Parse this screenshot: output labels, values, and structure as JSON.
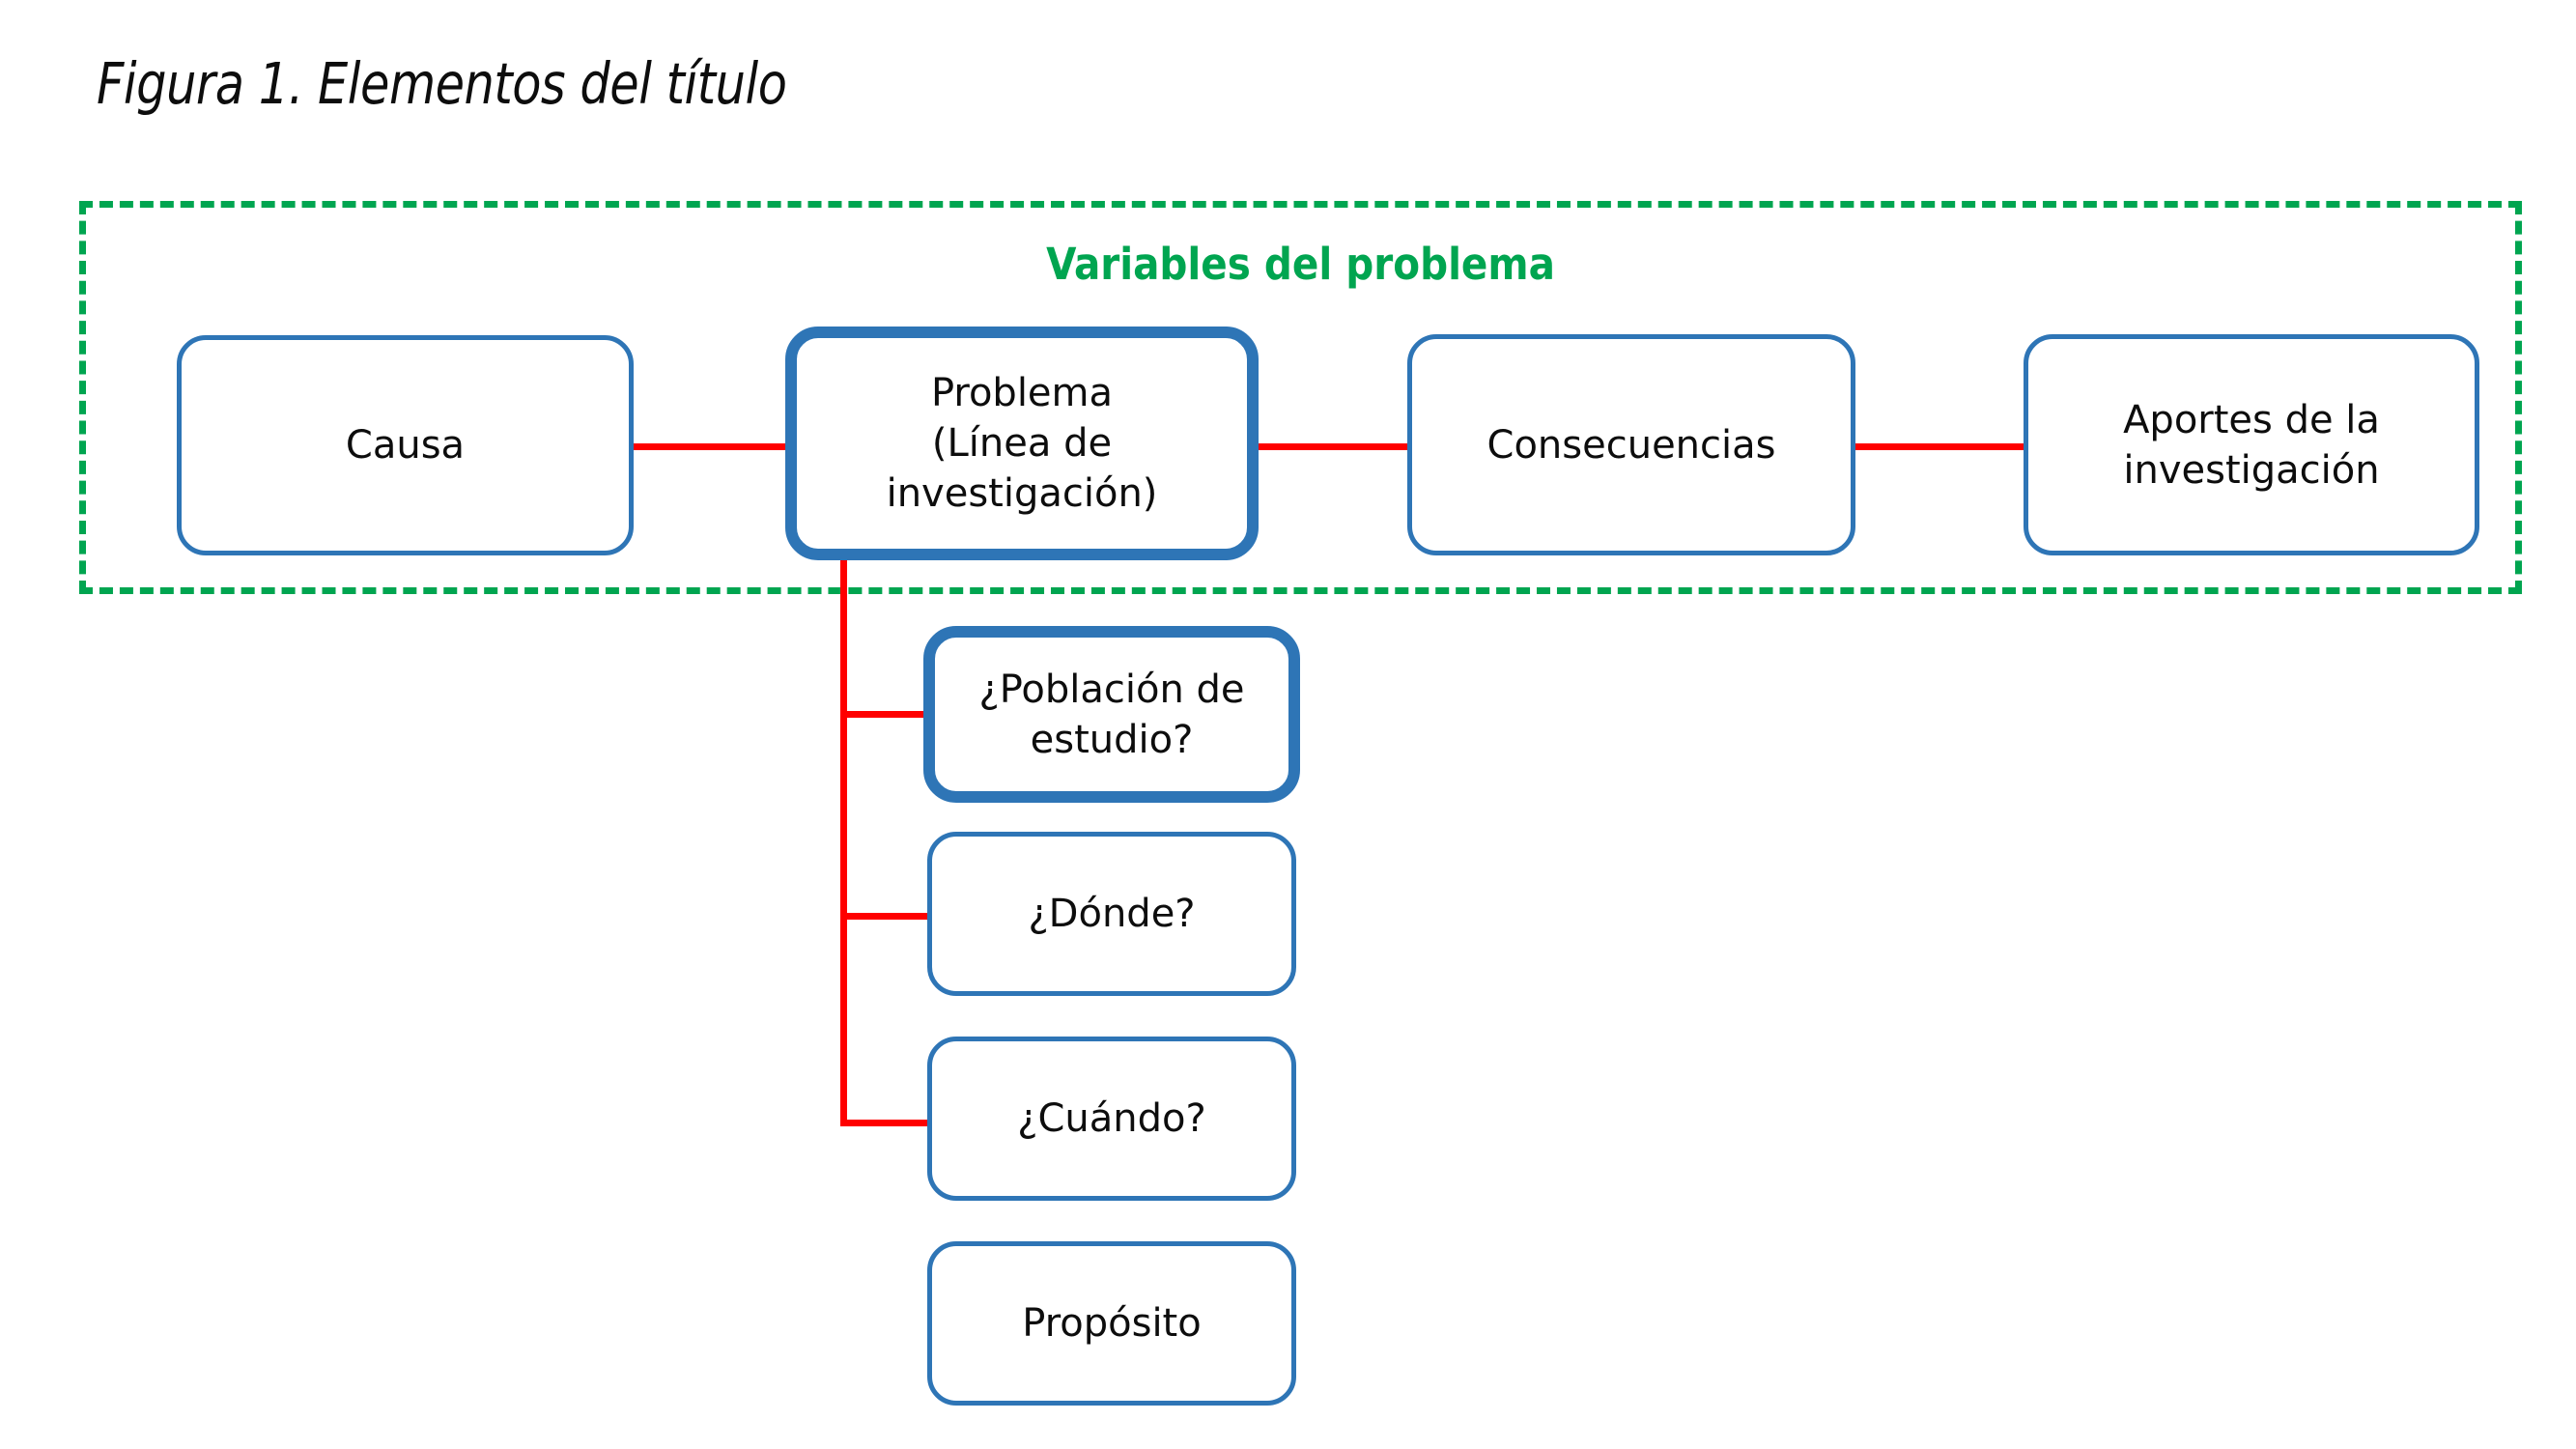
{
  "figure": {
    "caption": "Figura 1. Elementos del título"
  },
  "group": {
    "label": "Variables del problema",
    "border_color": "#00A550",
    "border_style": "dashed"
  },
  "palette": {
    "node_border": "#2E75B6",
    "node_fill": "#FFFFFF",
    "connector": "#FF0000",
    "group_accent": "#00A550",
    "text": "#0D0D0D"
  },
  "diagram": {
    "type": "flowchart",
    "nodes": [
      {
        "id": "causa",
        "label": "Causa",
        "emphasis": "normal",
        "row": "top"
      },
      {
        "id": "problema",
        "label": "Problema\n(Línea de\ninvestigación)",
        "emphasis": "strong",
        "row": "top"
      },
      {
        "id": "consecuencias",
        "label": "Consecuencias",
        "emphasis": "normal",
        "row": "top"
      },
      {
        "id": "aportes",
        "label": "Aportes de la\ninvestigación",
        "emphasis": "normal",
        "row": "top"
      },
      {
        "id": "poblacion",
        "label": "¿Población de\nestudio?",
        "emphasis": "strong",
        "row": "branch"
      },
      {
        "id": "donde",
        "label": "¿Dónde?",
        "emphasis": "normal",
        "row": "branch"
      },
      {
        "id": "cuando",
        "label": "¿Cuándo?",
        "emphasis": "normal",
        "row": "branch"
      },
      {
        "id": "proposito",
        "label": "Propósito",
        "emphasis": "normal",
        "row": "branch"
      }
    ],
    "edges": [
      {
        "from": "causa",
        "to": "problema",
        "style": "straight-red"
      },
      {
        "from": "problema",
        "to": "consecuencias",
        "style": "straight-red"
      },
      {
        "from": "consecuencias",
        "to": "aportes",
        "style": "straight-red"
      },
      {
        "from": "problema",
        "to": "poblacion",
        "style": "elbow-red"
      },
      {
        "from": "problema",
        "to": "donde",
        "style": "elbow-red"
      },
      {
        "from": "problema",
        "to": "cuando",
        "style": "elbow-red"
      }
    ],
    "grouped_nodes": [
      "causa",
      "problema",
      "consecuencias",
      "aportes"
    ]
  }
}
